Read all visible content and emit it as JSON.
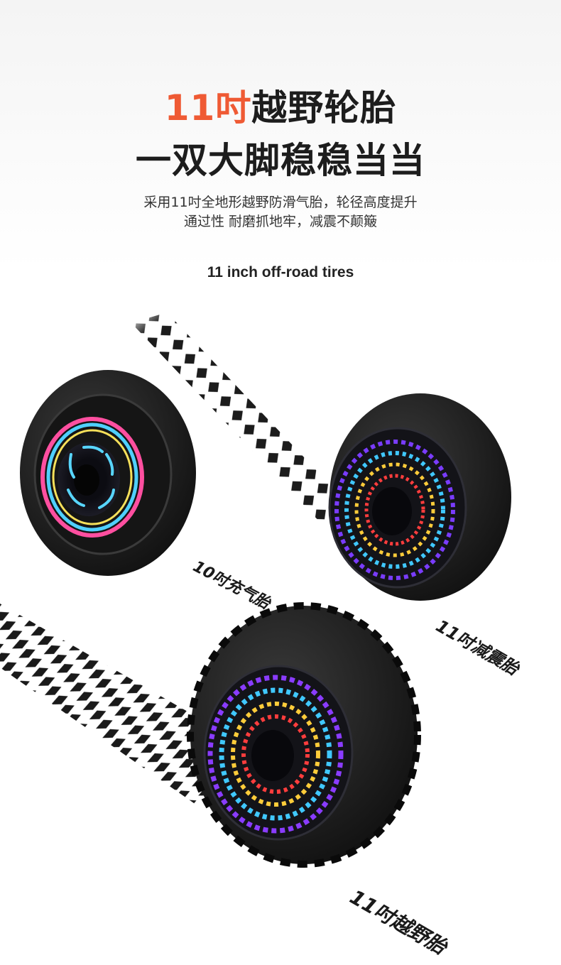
{
  "heading": {
    "accent": "11吋",
    "rest": "越野轮胎",
    "line2": "一双大脚稳稳当当"
  },
  "description": {
    "line1": "采用11吋全地形越野防滑气胎，轮径高度提升",
    "line2": "通过性 耐磨抓地牢，减震不颠簸"
  },
  "subtitle": "11 inch off-road tires",
  "wheels": [
    {
      "label": "10吋充气胎"
    },
    {
      "label": "11吋减震胎"
    },
    {
      "label": "11吋越野胎"
    }
  ],
  "colors": {
    "accent": "#ef5a34",
    "text": "#1d1d1d",
    "tire": "#1b1b1b"
  }
}
